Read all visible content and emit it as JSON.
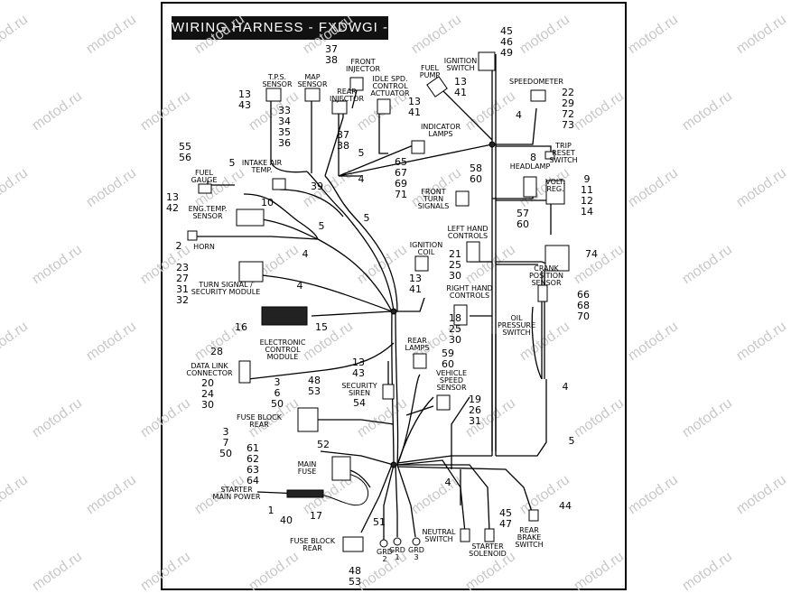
{
  "title": "WIRING HARNESS - FXDWGI - EFI",
  "watermark": "motod.ru",
  "colors": {
    "ink": "#000000",
    "watermark": "#c9c9c9",
    "title_bg": "#111111"
  },
  "labels": {
    "tps": [
      "T.P.S.",
      "SENSOR"
    ],
    "map": [
      "MAP",
      "SENSOR"
    ],
    "front_injector": [
      "FRONT",
      "INJECTOR"
    ],
    "fuel_pump": [
      "FUEL",
      "PUMP"
    ],
    "ignition_switch": [
      "IGNITION",
      "SWITCH"
    ],
    "speedometer": "SPEEDOMETER",
    "idle_spd": [
      "IDLE SPD.",
      "CONTROL",
      "ACTUATOR"
    ],
    "rear_injector": [
      "REAR",
      "INJECTOR"
    ],
    "indicator_lamps": [
      "INDICATOR",
      "LAMPS"
    ],
    "trip_reset": [
      "TRIP",
      "RESET",
      "SWITCH"
    ],
    "headlamp": "HEADLAMP",
    "intake_air": [
      "INTAKE AIR",
      "TEMP."
    ],
    "fuel_gauge": [
      "FUEL",
      "GAUGE"
    ],
    "volt_reg": [
      "VOLT.",
      "REG."
    ],
    "front_turn": [
      "FRONT",
      "TURN",
      "SIGNALS"
    ],
    "eng_temp": [
      "ENG.TEMP.",
      "SENSOR"
    ],
    "left_hand": [
      "LEFT HAND",
      "CONTROLS"
    ],
    "horn": "HORN",
    "ignition_coil": [
      "IGNITION",
      "COIL"
    ],
    "turn_signal_module": [
      "TURN SIGNAL /",
      "SECURITY MODULE"
    ],
    "crank_position": [
      "CRANK",
      "POSITION",
      "SENSOR"
    ],
    "right_hand": [
      "RIGHT HAND",
      "CONTROLS"
    ],
    "oil_pressure": [
      "OIL",
      "PRESSURE",
      "SWITCH"
    ],
    "ecm": [
      "ELECTRONIC",
      "CONTROL",
      "MODULE"
    ],
    "rear_lamps": [
      "REAR",
      "LAMPS"
    ],
    "data_link": [
      "DATA LINK",
      "CONNECTOR"
    ],
    "vehicle_speed": [
      "VEHICLE",
      "SPEED",
      "SENSOR"
    ],
    "security_siren": [
      "SECURITY",
      "SIREN"
    ],
    "fuse_block_rear_top": [
      "FUSE BLOCK",
      "REAR"
    ],
    "main_fuse": [
      "MAIN",
      "FUSE"
    ],
    "starter_main_power": [
      "STARTER",
      "MAIN POWER"
    ],
    "neutral_switch": [
      "NEUTRAL",
      "SWITCH"
    ],
    "starter_solenoid": [
      "STARTER",
      "SOLENOID"
    ],
    "rear_brake_switch": [
      "REAR",
      "BRAKE",
      "SWITCH"
    ],
    "fuse_block_rear_bottom": [
      "FUSE BLOCK",
      "REAR"
    ],
    "grd2": [
      "GRD",
      "2"
    ],
    "grd1": [
      "GRD",
      "1"
    ],
    "grd3": [
      "GRD",
      "3"
    ]
  },
  "callouts": {
    "tps": [
      "13",
      "43"
    ],
    "map": [
      "33",
      "34",
      "35",
      "36"
    ],
    "front_injector": [
      "37",
      "38"
    ],
    "fuel_pump": [
      "13",
      "41"
    ],
    "ignition_switch": [
      "45",
      "46",
      "49"
    ],
    "speedometer": [
      "22",
      "29",
      "72",
      "73"
    ],
    "speedo_4": "4",
    "idle_spd": [
      "13",
      "41"
    ],
    "rear_injector": [
      "37",
      "38"
    ],
    "rear_inj_5": "5",
    "indicator_lamps": [
      "65",
      "67",
      "69",
      "71"
    ],
    "trip_8": "8",
    "headlamp": [
      "58",
      "60"
    ],
    "headlamp_lower": [
      "57",
      "60"
    ],
    "intake_5": "5",
    "intake_39": "39",
    "fuel_gauge": [
      "55",
      "56"
    ],
    "fuel_4": "4",
    "volt_reg": [
      "9",
      "11",
      "12",
      "14"
    ],
    "eng_temp": [
      "13",
      "42"
    ],
    "eng_10": "10",
    "mid_5": "5",
    "mid_5b": "5",
    "left_hand": [
      "21",
      "25",
      "30"
    ],
    "horn_2": "2",
    "horn_4": "4",
    "ignition_coil": [
      "13",
      "41"
    ],
    "part_74": "74",
    "turn_signal_module": [
      "23",
      "27",
      "31",
      "32"
    ],
    "crank": [
      "66",
      "68",
      "70"
    ],
    "right_hand": [
      "18",
      "25",
      "30"
    ],
    "ecm_4": "4",
    "ecm_16": "16",
    "ecm_15": "15",
    "rear_lamps": [
      "59",
      "60"
    ],
    "data_link_28": "28",
    "data_link": [
      "20",
      "24",
      "30"
    ],
    "mid_13_43": [
      "13",
      "43"
    ],
    "vehicle_speed": [
      "19",
      "26",
      "31"
    ],
    "right_4": "4",
    "fuse_3_6_50": [
      "3",
      "6",
      "50"
    ],
    "fuse_48_53": [
      "48",
      "53"
    ],
    "siren_54": "54",
    "fuse_3_7_50": [
      "3",
      "7",
      "50"
    ],
    "fuse_52": "52",
    "right_5": "5",
    "main_fuse": [
      "61",
      "62",
      "63",
      "64"
    ],
    "bottom_4": "4",
    "starter_1": "1",
    "starter_40": "40",
    "starter_17": "17",
    "gnd_51": "51",
    "solenoid": [
      "45",
      "47"
    ],
    "brake_44": "44",
    "fuse_bottom": [
      "48",
      "53"
    ]
  }
}
